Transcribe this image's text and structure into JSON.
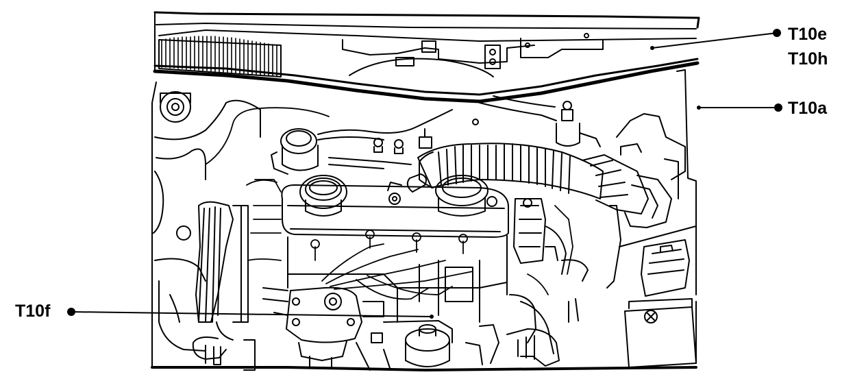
{
  "callouts": {
    "t10e": "T10e",
    "t10h": "T10h",
    "t10a": "T10a",
    "t10f": "T10f"
  },
  "colors": {
    "ink": "#000000",
    "paper": "#ffffff"
  }
}
